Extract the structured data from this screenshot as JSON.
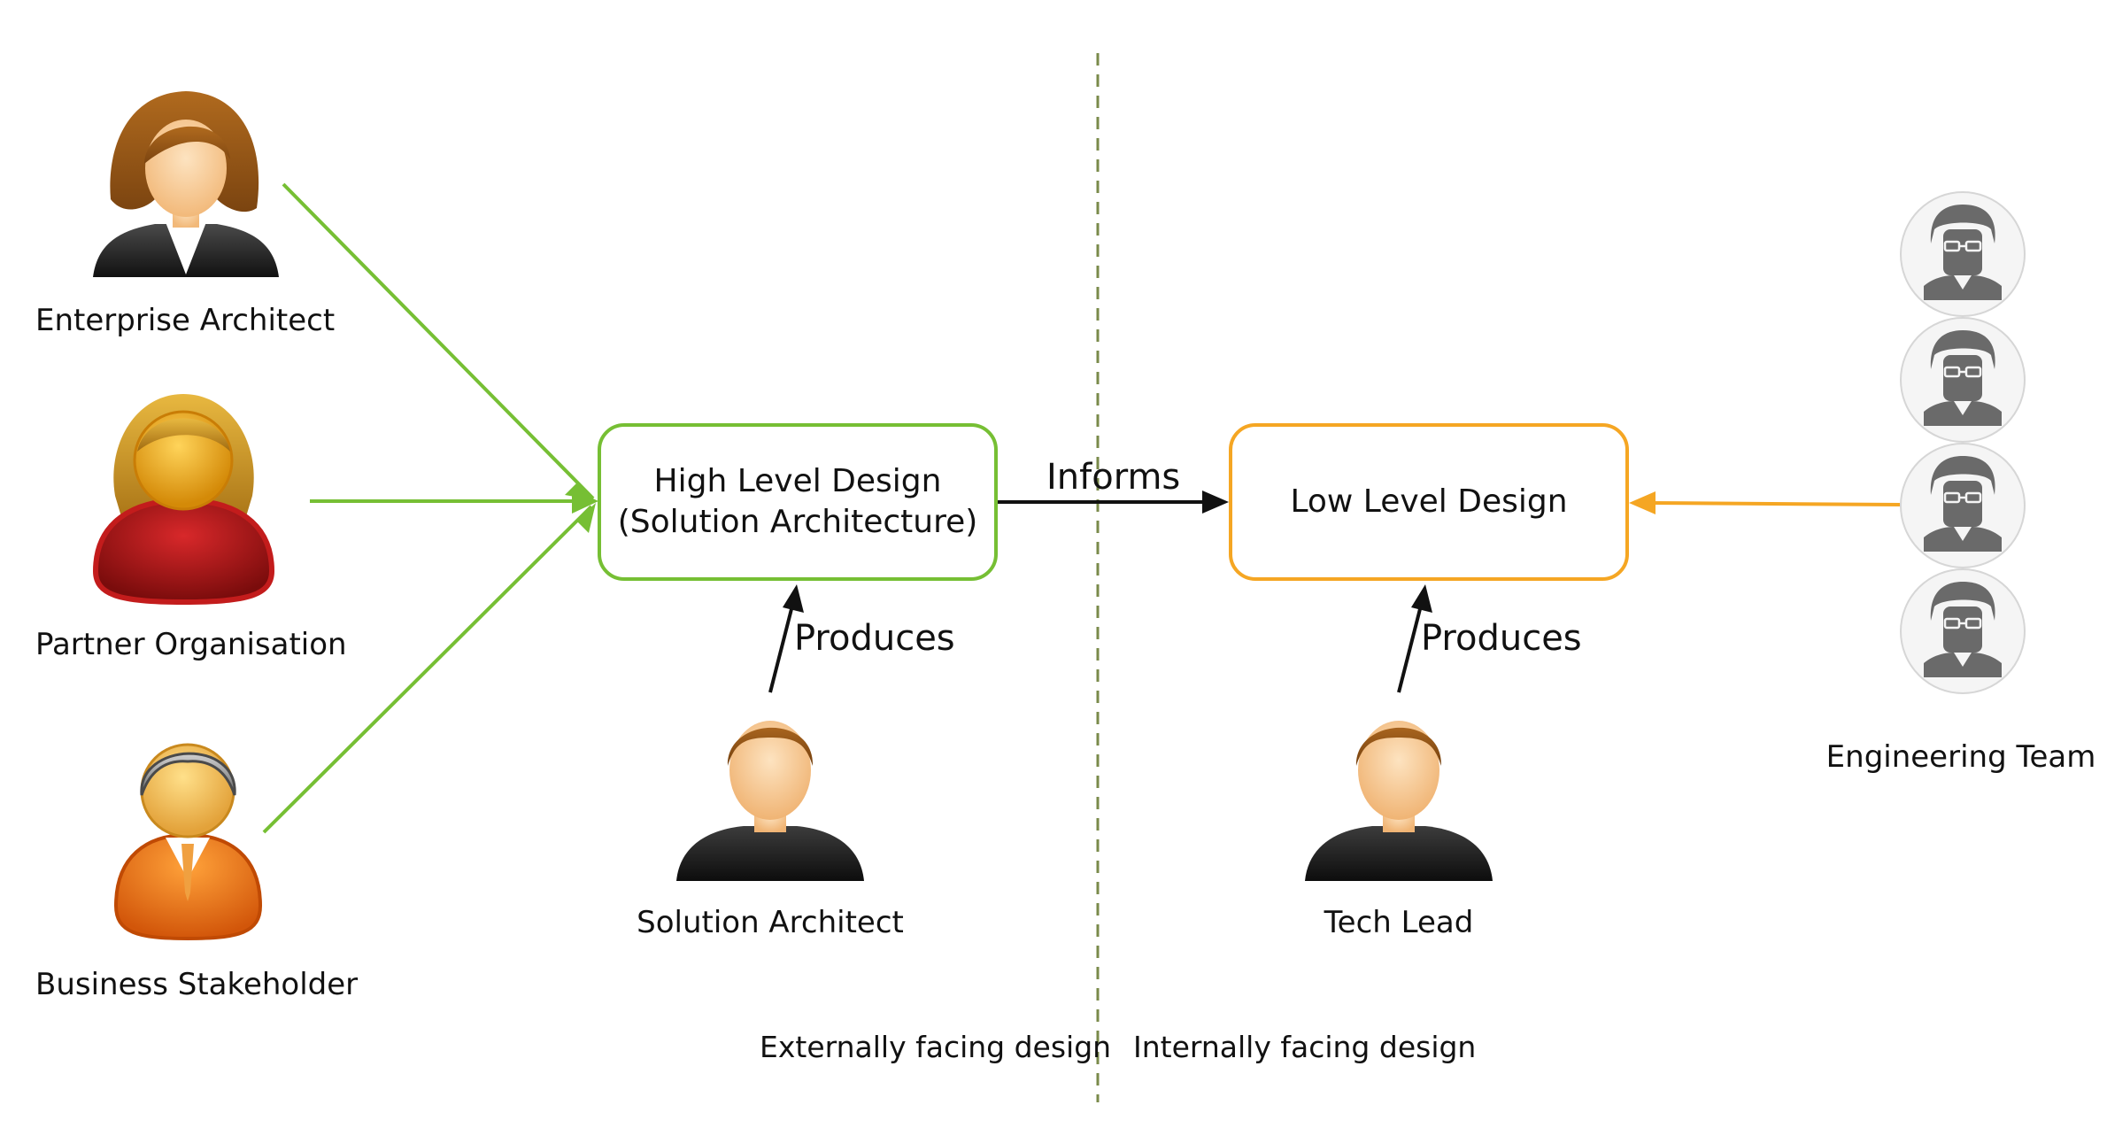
{
  "actors": {
    "enterprise_architect": "Enterprise Architect",
    "partner_organisation": "Partner Organisation",
    "business_stakeholder": "Business Stakeholder",
    "solution_architect": "Solution Architect",
    "tech_lead": "Tech Lead",
    "engineering_team": "Engineering Team"
  },
  "boxes": {
    "high_level": {
      "line1": "High Level Design",
      "line2": "(Solution Architecture)"
    },
    "low_level": {
      "line1": "Low Level Design"
    }
  },
  "edges": {
    "informs": "Informs",
    "produces_hld": "Produces",
    "produces_lld": "Produces"
  },
  "regions": {
    "external": "Externally facing design",
    "internal": "Internally facing design"
  },
  "colors": {
    "green": "#76bf34",
    "orange": "#f5a623",
    "divider": "#7a8a4a",
    "arrow": "#111111"
  },
  "icons": {
    "enterprise_architect": "female-user-icon",
    "partner_organisation": "red-user-icon",
    "business_stakeholder": "business-user-icon",
    "solution_architect": "male-user-icon",
    "tech_lead": "male-user-icon",
    "engineering_team": "engineer-avatar-icon"
  }
}
